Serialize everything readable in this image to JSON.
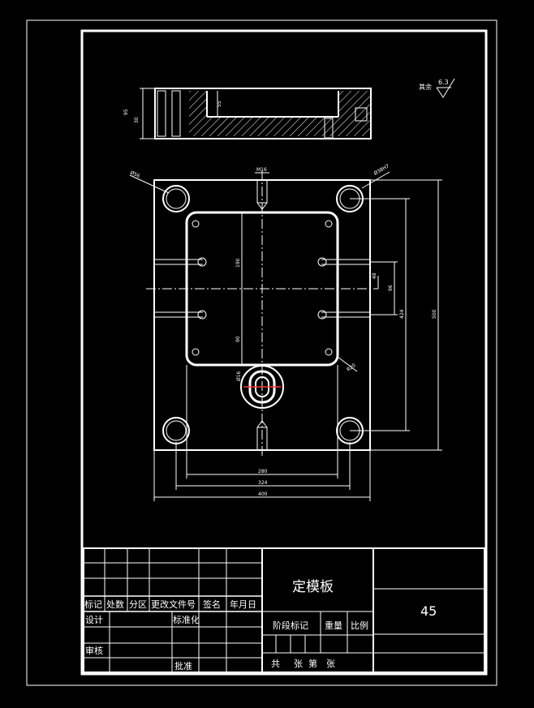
{
  "surface_finish": {
    "prefix": "其余",
    "value": "6.3"
  },
  "dimensions": {
    "left_side_a": "95",
    "left_side_b": "30",
    "slot_depth": "55",
    "hole_left": "Ø56",
    "thread_top": "M16",
    "hole_right": "Ø38H7",
    "pocket_height": "190",
    "pocket_lower": "90",
    "right_small": "48",
    "right_mid": "96",
    "right_424": "424",
    "right_500": "500",
    "radius": "R20",
    "center_note": "Ø16",
    "bottom_280": "280",
    "bottom_324": "324",
    "bottom_400": "400"
  },
  "title_block": {
    "part_name": "定模板",
    "material": "45",
    "row_labels": [
      "标记",
      "处数",
      "分区",
      "更改文件号",
      "签名",
      "年月日"
    ],
    "design": "设计",
    "standardize": "标准化",
    "review": "审核",
    "approve": "批准",
    "stage_mark": "阶段标记",
    "weight": "重量",
    "scale": "比例",
    "sheet_info": [
      "共",
      "张",
      "第",
      "张"
    ]
  },
  "colors": {
    "line": "#ffffff",
    "background": "#000000",
    "accent": "#ff3333"
  }
}
